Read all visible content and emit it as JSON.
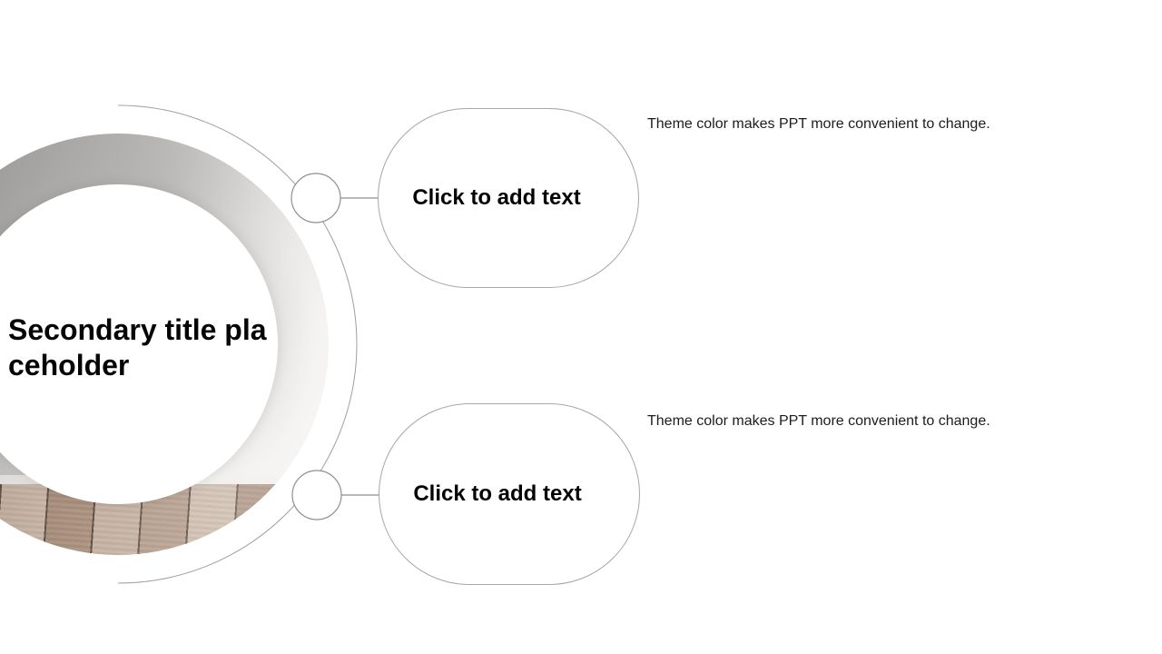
{
  "slide": {
    "title": {
      "text": "Secondary title placeholder",
      "lines": [
        "Secondary title pla",
        "ceholder"
      ]
    },
    "capsules": [
      {
        "label": "Click to add text"
      },
      {
        "label": "Click to add text"
      }
    ],
    "descriptions": [
      {
        "text": "Theme color makes PPT more convenient to change."
      },
      {
        "text": "Theme color makes PPT more convenient to change."
      }
    ],
    "colors": {
      "background": "#ffffff",
      "outline_stroke": "#a6a6a6",
      "node_stroke": "#8f8f8f",
      "arc_stroke": "#9f9f9f",
      "title_text": "#050505",
      "capsule_text": "#030303",
      "description_text": "#1c1c1c",
      "wall_dark": "#8d8d8b",
      "wall_light": "#f8f7f5",
      "wood_light": "#cbb9aa",
      "wood_dark": "#a98f7d",
      "wood_seam": "#4a3c31",
      "baseboard": "#efedea"
    }
  }
}
